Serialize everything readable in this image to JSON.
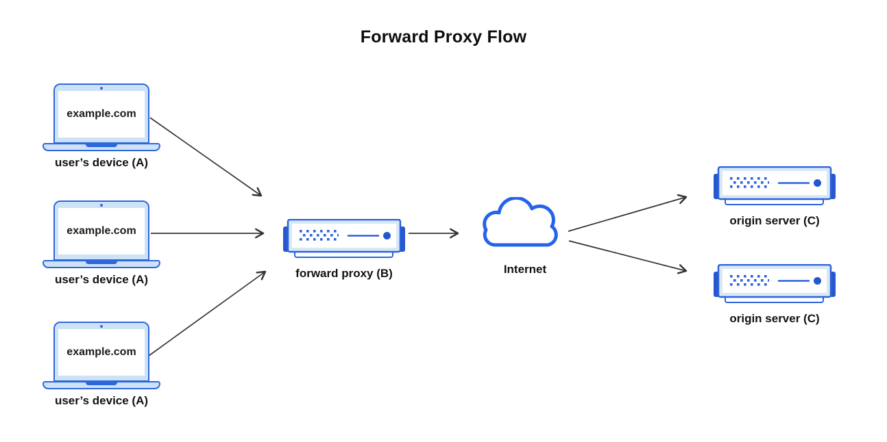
{
  "title": "Forward Proxy Flow",
  "colors": {
    "primary_blue": "#2b62dc",
    "accent_blue": "#2563eb",
    "light_fill": "#cde2f5",
    "panel_fill": "#d9e8f7",
    "arrow": "#333333",
    "text": "#111111"
  },
  "nodes": {
    "devices": [
      {
        "screen_text": "example.com",
        "label": "user’s device (A)"
      },
      {
        "screen_text": "example.com",
        "label": "user’s device (A)"
      },
      {
        "screen_text": "example.com",
        "label": "user’s device (A)"
      }
    ],
    "proxy": {
      "label": "forward proxy (B)"
    },
    "internet": {
      "label": "Internet"
    },
    "origins": [
      {
        "label": "origin server (C)"
      },
      {
        "label": "origin server (C)"
      }
    ]
  },
  "icons": {
    "laptop": "laptop-icon",
    "server": "server-icon",
    "cloud": "cloud-icon"
  }
}
